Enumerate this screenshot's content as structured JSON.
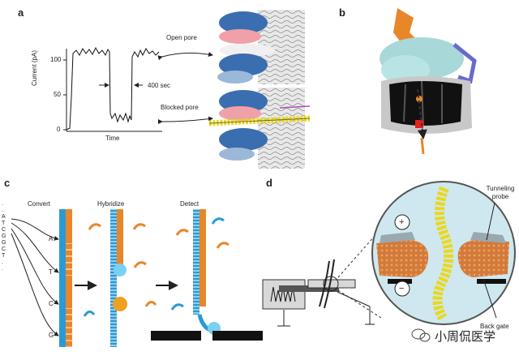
{
  "panels": {
    "a": "a",
    "b": "b",
    "c": "c",
    "d": "d"
  },
  "panel_a": {
    "ylabel": "Current (pA)",
    "xlabel": "Time",
    "yticks": [
      "100",
      "50",
      "0"
    ],
    "duration_label": "400 sec",
    "open_pore": "Open pore",
    "blocked_pore": "Blocked pore"
  },
  "panel_c": {
    "sequence": [
      ".",
      ".",
      "A",
      "T",
      "C",
      "G",
      "G",
      "C",
      "T",
      ".",
      "."
    ],
    "strand_letters": [
      "A",
      "T",
      "C",
      "G"
    ],
    "steps": [
      "Convert",
      "Hybridize",
      "Detect"
    ]
  },
  "panel_d": {
    "tunneling_probe": "Tunneling probe",
    "back_gate": "Back gate",
    "plus": "+",
    "minus": "−"
  },
  "watermark": "小周侃医学",
  "colors": {
    "orange": "#e8862a",
    "blue": "#2a9ad6",
    "pink": "#f0a0a8",
    "cyan": "#a8d8d8",
    "yellow": "#e8d820"
  }
}
